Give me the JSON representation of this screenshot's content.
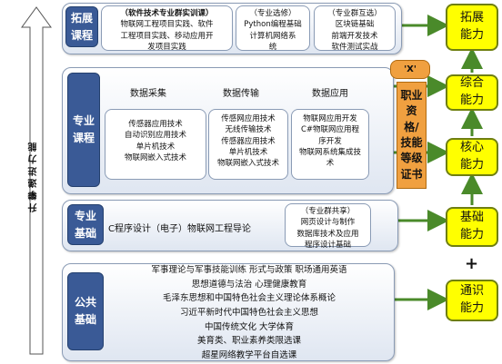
{
  "side_label": "升 攀  递 进 力 能",
  "extension": {
    "tag": "拓展课程",
    "boxes": [
      {
        "header": "（软件技术专业群实训课）",
        "lines": [
          "物联网工程项目实践、软件",
          "工程项目实践、移动应用开",
          "发项目实践"
        ]
      },
      {
        "header": "（专业选修）",
        "lines": [
          "Python编程基础",
          "计算机网络系",
          "统"
        ]
      },
      {
        "header": "（专业群互选）",
        "lines": [
          "区块链基础",
          "前端开发技术",
          "软件测试实战"
        ]
      }
    ]
  },
  "professional": {
    "tag": "专业课程",
    "columns": [
      {
        "title": "数据采集",
        "lines": [
          "传感器应用技术",
          "自动识别应用技术",
          "单片机技术",
          "物联网嵌入式技术"
        ]
      },
      {
        "title": "数据传输",
        "lines": [
          "传感网应用技术",
          "无线传输技术",
          "传感器应用技术",
          "单片机技术",
          "物联网嵌入式技术"
        ]
      },
      {
        "title": "数据应用",
        "lines": [
          "物联网应用开发",
          "C#物联网应用程",
          "序开发",
          "物联网系统集成技",
          "术"
        ]
      }
    ]
  },
  "foundation": {
    "tag": "专业基础",
    "main_text": "C程序设计（电子）物联网工程导论",
    "shared": {
      "header": "（专业群共享）",
      "lines": [
        "网页设计与制作",
        "数据库技术及应用",
        "程序设计基础"
      ]
    }
  },
  "public": {
    "tag": "公共基础",
    "lines": [
      "军事理论与军事技能训练   形式与政策  职场通用英语",
      "思想道德与法治   心理健康教育",
      "毛泽东思想和中国特色社会主义理论体系概论",
      "习近平新时代中国特色社会主义思想",
      "中国传统文化  大学体育",
      "美育类、职业素养类限选课",
      "超星网络教学平台自选课"
    ]
  },
  "x_badge": "'X'",
  "cert": "职业资格/技能等级证书",
  "capabilities": {
    "extend": "拓展能力",
    "comprehensive": "综合能力",
    "core": "核心能力",
    "basic": "基础能力",
    "general": "通识能力"
  },
  "plus": "+",
  "colors": {
    "tag_fill": "#3a5a96",
    "capability_fill": "#ffff00",
    "cert_fill": "#f0a040",
    "arrow": "#4a8a2a"
  }
}
